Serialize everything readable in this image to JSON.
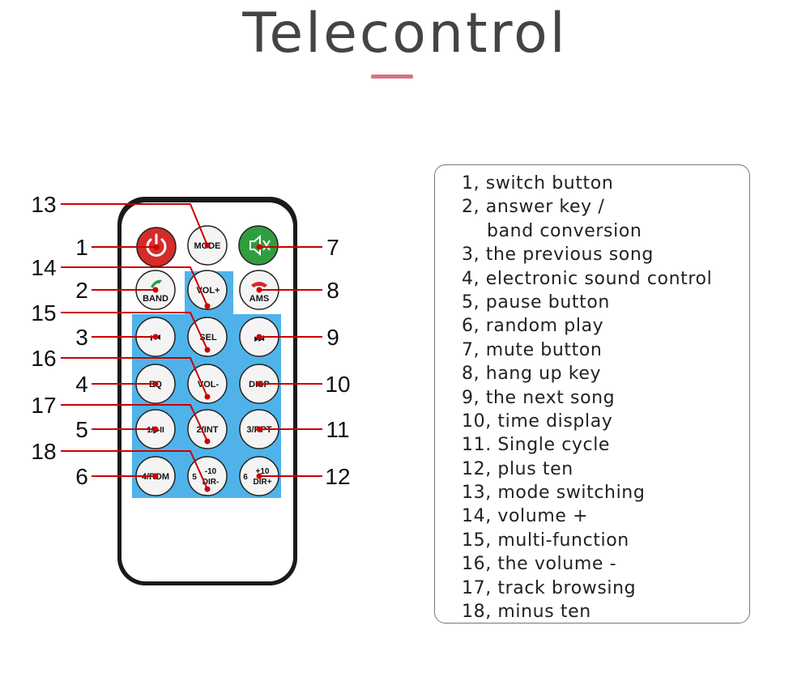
{
  "title": "Telecontrol",
  "colors": {
    "accent_bar": "#d9747f",
    "leader_line": "#cc0000",
    "button_panel": "#4fb3ea",
    "power": "#d42b2b",
    "mute": "#2e9e3e"
  },
  "buttons": {
    "power_icon": "power-icon",
    "mode": "MODE",
    "mute_icon": "mute-icon",
    "band": "BAND",
    "vol_plus": "VOL+",
    "ams": "AMS",
    "prev": "⏮",
    "sel": "SEL",
    "next": "⏭",
    "eq": "EQ",
    "vol_minus": "VOL-",
    "disp": "DISP",
    "b1": "1/▶II",
    "b2": "2/INT",
    "b3": "3/RPT",
    "b4": "4/RDM",
    "b5_num": "5",
    "b5_top": "-10",
    "b5_bot": "DIR-",
    "b6_num": "6",
    "b6_top": "+10",
    "b6_bot": "DIR+"
  },
  "callouts": [
    "1",
    "2",
    "3",
    "4",
    "5",
    "6",
    "7",
    "8",
    "9",
    "10",
    "11",
    "12",
    "13",
    "14",
    "15",
    "16",
    "17",
    "18"
  ],
  "legend": [
    "1, switch button",
    "2, answer key /",
    "band conversion",
    "3, the previous song",
    "4, electronic sound control",
    "5, pause button",
    "6, random play",
    "7, mute button",
    "8, hang up key",
    "9, the next song",
    "10, time display",
    "11. Single cycle",
    "12, plus ten",
    "13, mode switching",
    "14, volume +",
    "15, multi-function",
    "16, the volume -",
    "17, track browsing",
    "18, minus ten"
  ]
}
